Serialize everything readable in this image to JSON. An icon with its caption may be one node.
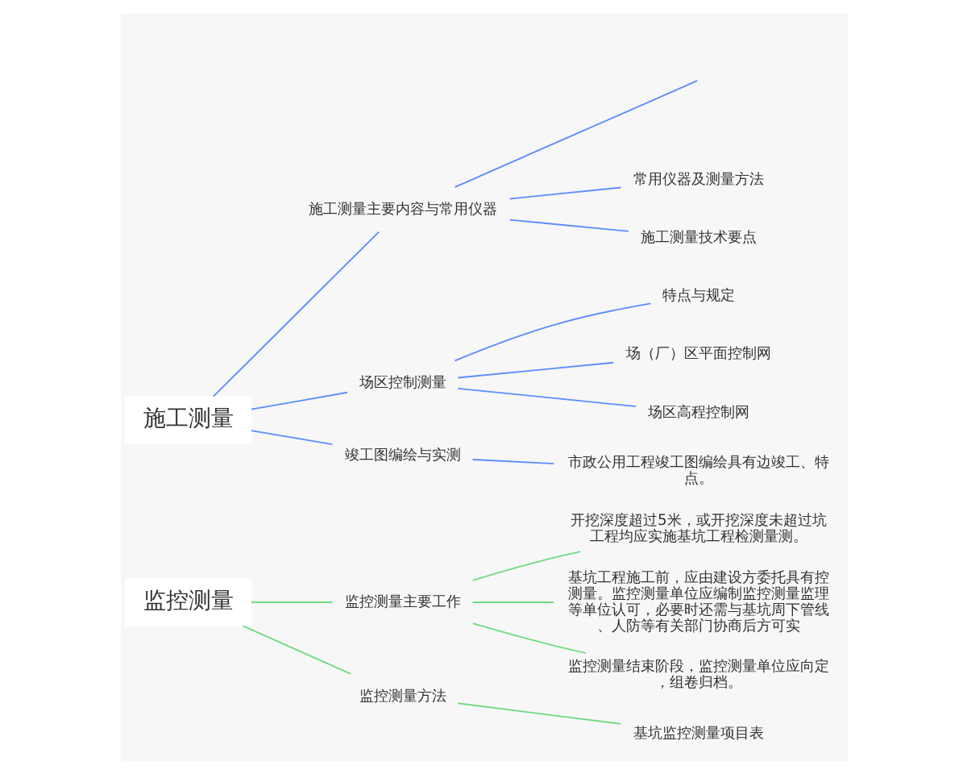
{
  "diagram": {
    "nodes": [
      {
        "text": [
          "施工测量"
        ]
      },
      {
        "text": [
          "施工测量主要内容与常用仪器"
        ]
      },
      {
        "text": [
          "常用仪器及测量方法"
        ]
      },
      {
        "text": [
          "施工测量技术要点"
        ]
      },
      {
        "text": [
          "场区控制测量"
        ]
      },
      {
        "text": [
          "特点与规定"
        ]
      },
      {
        "text": [
          "场（厂）区平面控制网"
        ]
      },
      {
        "text": [
          "场区高程控制网"
        ]
      },
      {
        "text": [
          "竣工图编绘与实测"
        ]
      },
      {
        "text": [
          "市政公用工程竣工图编绘具有边竣工、特点。"
        ]
      },
      {
        "text": [
          "监控测量"
        ]
      },
      {
        "text": [
          "监控测量主要工作"
        ]
      },
      {
        "text": [
          "开挖深度超过5米，或开挖深度未超过坑工程均应实施基坑工程检测量测。"
        ]
      },
      {
        "text": [
          "基坑工程施工前，应由建设方委托具有控测量。监控测量单位应编制监控测量监理等单位认可，必要时还需与基坑周下管线、人防等有关部门协商后方可实"
        ]
      },
      {
        "text": [
          "监控测量结束阶段，监控测量单位应向定，组卷归档。"
        ]
      },
      {
        "text": [
          "监控测量方法"
        ]
      },
      {
        "text": [
          "基坑监控测量项目表"
        ]
      }
    ],
    "edges": [
      {
        "from": 0,
        "to": 1,
        "arrow": "none",
        "color": "#5b8cff"
      },
      {
        "from": 1,
        "to": null,
        "arrow": "none",
        "color": "#5b8cff"
      },
      {
        "from": 1,
        "to": 2,
        "arrow": "none",
        "color": "#5b8cff"
      },
      {
        "from": 1,
        "to": 3,
        "arrow": "none",
        "color": "#5b8cff"
      },
      {
        "from": 0,
        "to": 4,
        "arrow": "none",
        "color": "#5b8cff"
      },
      {
        "from": 4,
        "to": 5,
        "arrow": "none",
        "color": "#5b8cff"
      },
      {
        "from": 4,
        "to": 6,
        "arrow": "none",
        "color": "#5b8cff"
      },
      {
        "from": 4,
        "to": 7,
        "arrow": "none",
        "color": "#5b8cff"
      },
      {
        "from": 0,
        "to": 8,
        "arrow": "none",
        "color": "#5b8cff"
      },
      {
        "from": 8,
        "to": 9,
        "arrow": "none",
        "color": "#5b8cff"
      },
      {
        "from": 10,
        "to": 11,
        "arrow": "none",
        "color": "#6fdc7f"
      },
      {
        "from": 11,
        "to": 12,
        "arrow": "none",
        "color": "#6fdc7f"
      },
      {
        "from": 11,
        "to": 13,
        "arrow": "none",
        "color": "#6fdc7f"
      },
      {
        "from": 11,
        "to": 14,
        "arrow": "none",
        "color": "#6fdc7f"
      },
      {
        "from": 10,
        "to": 15,
        "arrow": "none",
        "color": "#6fdc7f"
      },
      {
        "from": 15,
        "to": 16,
        "arrow": "none",
        "color": "#6fdc7f"
      }
    ]
  }
}
